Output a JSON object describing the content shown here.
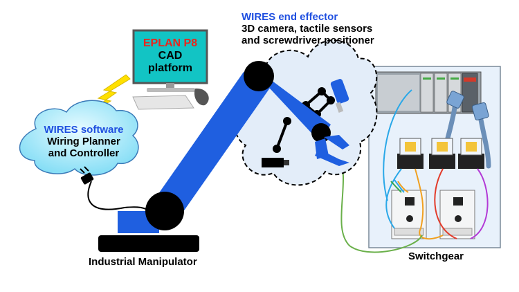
{
  "cad": {
    "line1": "EPLAN P8",
    "line2": "CAD",
    "line3": "platform"
  },
  "software": {
    "title": "WIRES software",
    "line1": "Wiring Planner",
    "line2": "and Controller"
  },
  "effector": {
    "title": "WIRES end effector",
    "line1": "3D camera, tactile sensors",
    "line2": "and screwdriver positioner"
  },
  "labels": {
    "manipulator": "Industrial Manipulator",
    "switchgear": "Switchgear"
  },
  "colors": {
    "robot_blue": "#1f5fe0",
    "cloud_cyan": "#8fe6fb",
    "monitor_teal": "#12c4c4",
    "bolt_yellow": "#ffe000",
    "panel_bg": "#e8f1fb",
    "cad_red": "#e8261c"
  },
  "icons": [
    "monitor-icon",
    "keyboard-icon",
    "mouse-icon",
    "lightning-bolt-icon",
    "plug-icon",
    "cloud-icon",
    "robot-arm-icon",
    "gripper-icon",
    "camera-icon",
    "screwdriver-icon",
    "plc-rack-icon",
    "relay-icon",
    "controller-module-icon",
    "connector-cable-icon"
  ]
}
